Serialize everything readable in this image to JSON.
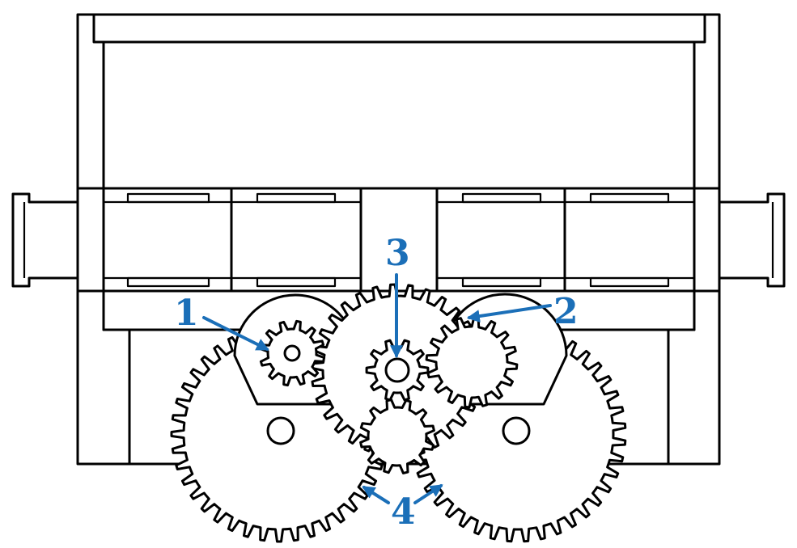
{
  "callouts": [
    {
      "id": "1",
      "label": "1"
    },
    {
      "id": "2",
      "label": "2"
    },
    {
      "id": "3",
      "label": "3"
    },
    {
      "id": "4",
      "label": "4"
    }
  ],
  "colors": {
    "line": "#000000",
    "callout": "#1b6fb8",
    "background": "#ffffff"
  }
}
